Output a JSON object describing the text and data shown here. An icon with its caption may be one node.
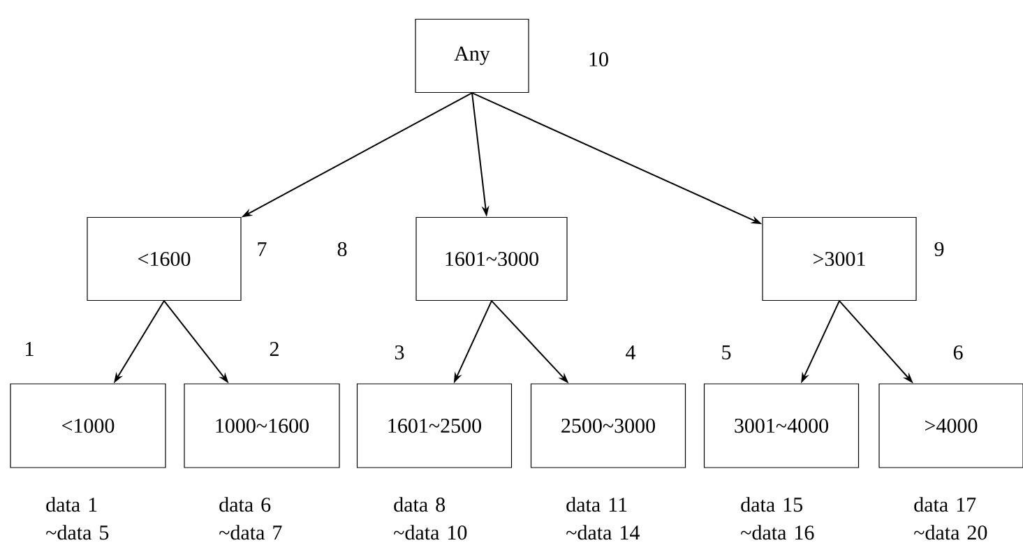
{
  "diagram": {
    "nodes": [
      {
        "text": [
          "Any"
        ],
        "beside": [
          "10"
        ]
      },
      {
        "text": [
          "<1600"
        ],
        "beside": [
          "7"
        ]
      },
      {
        "text": [
          "1601~3000"
        ],
        "beside": [
          "8"
        ]
      },
      {
        "text": [
          ">3001"
        ],
        "beside": [
          "9"
        ]
      },
      {
        "text": [
          "<1000"
        ],
        "beside": [
          "1",
          "data 1 ~data 5"
        ]
      },
      {
        "text": [
          "1000~1600"
        ],
        "beside": [
          "2",
          "data 6 ~data 7"
        ]
      },
      {
        "text": [
          "1601~2500"
        ],
        "beside": [
          "3",
          "data 8 ~data 10"
        ]
      },
      {
        "text": [
          "2500~3000"
        ],
        "beside": [
          "4",
          "data 11 ~data 14"
        ]
      },
      {
        "text": [
          "3001~4000"
        ],
        "beside": [
          "5",
          "data 15 ~data 16"
        ]
      },
      {
        "text": [
          ">4000"
        ],
        "beside": [
          "6",
          "data 17 ~data 20"
        ]
      }
    ],
    "edges": [
      {
        "from": 0,
        "to": 1,
        "arrow": "to"
      },
      {
        "from": 0,
        "to": 2,
        "arrow": "to"
      },
      {
        "from": 0,
        "to": 3,
        "arrow": "to"
      },
      {
        "from": 1,
        "to": 4,
        "arrow": "to"
      },
      {
        "from": 1,
        "to": 5,
        "arrow": "to"
      },
      {
        "from": 2,
        "to": 6,
        "arrow": "to"
      },
      {
        "from": 2,
        "to": 7,
        "arrow": "to"
      },
      {
        "from": 3,
        "to": 8,
        "arrow": "to"
      },
      {
        "from": 3,
        "to": 9,
        "arrow": "to"
      }
    ]
  }
}
